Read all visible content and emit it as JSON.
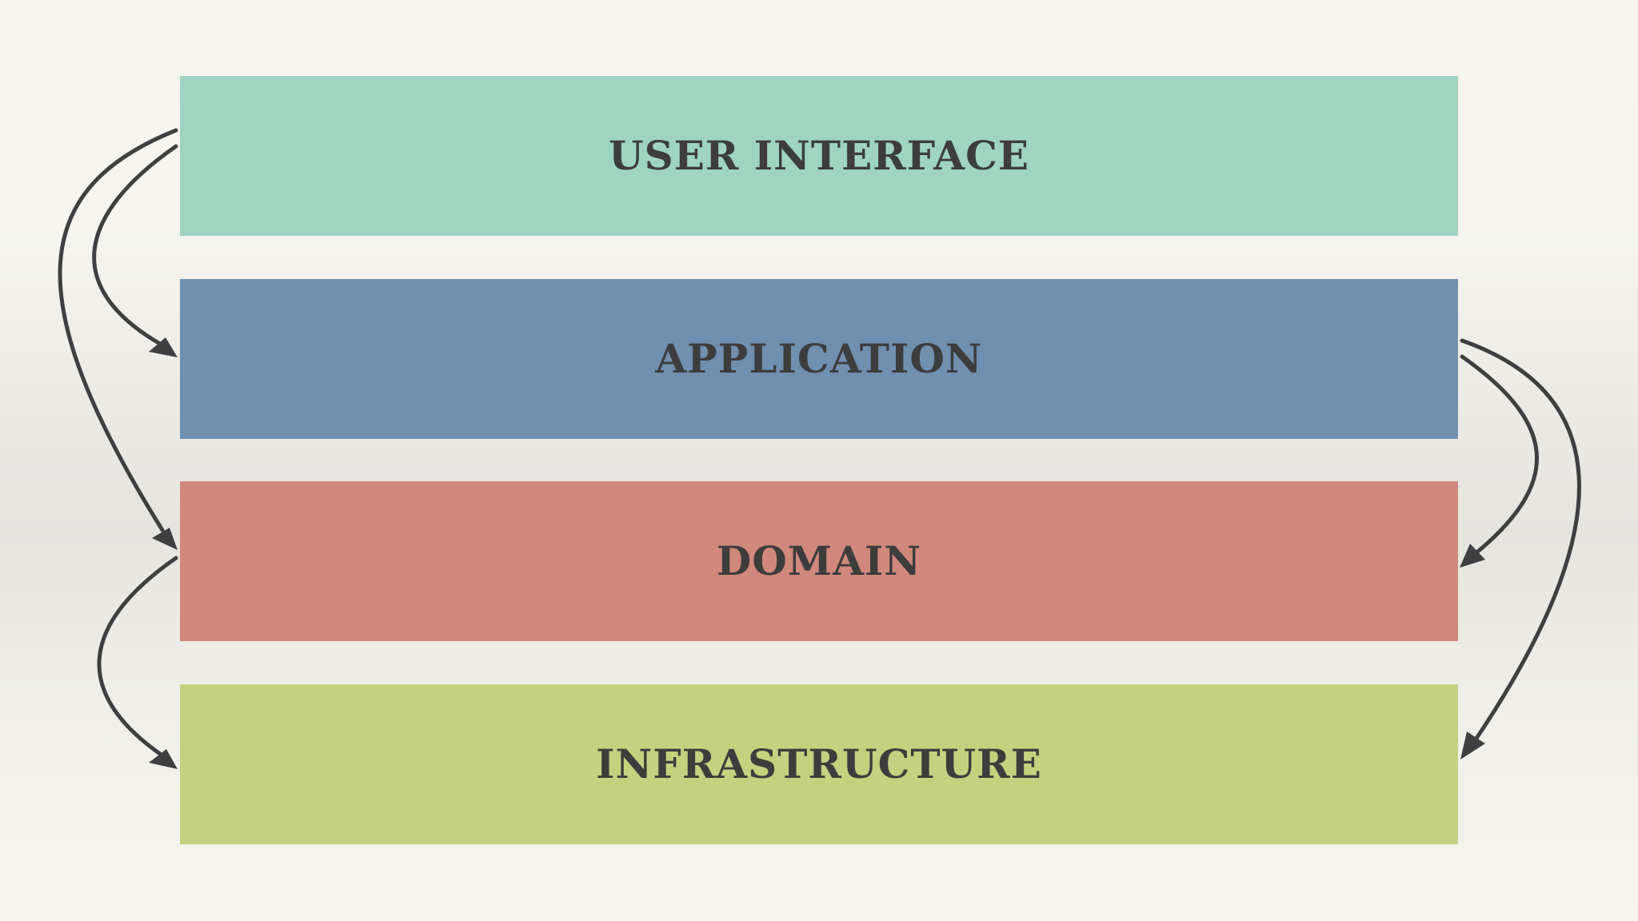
{
  "layers": [
    {
      "id": "user-interface",
      "label": "USER INTERFACE",
      "color": "#9fd4c1"
    },
    {
      "id": "application",
      "label": "APPLICATION",
      "color": "#718faf"
    },
    {
      "id": "domain",
      "label": "DOMAIN",
      "color": "#d1887c"
    },
    {
      "id": "infrastructure",
      "label": "INFRASTRUCTURE",
      "color": "#c4d17f"
    }
  ],
  "arrow_color": "#3f3f3f",
  "dependencies": [
    {
      "from": "USER INTERFACE",
      "to": "APPLICATION"
    },
    {
      "from": "USER INTERFACE",
      "to": "DOMAIN"
    },
    {
      "from": "APPLICATION",
      "to": "DOMAIN"
    },
    {
      "from": "APPLICATION",
      "to": "INFRASTRUCTURE"
    },
    {
      "from": "DOMAIN",
      "to": "INFRASTRUCTURE"
    }
  ]
}
